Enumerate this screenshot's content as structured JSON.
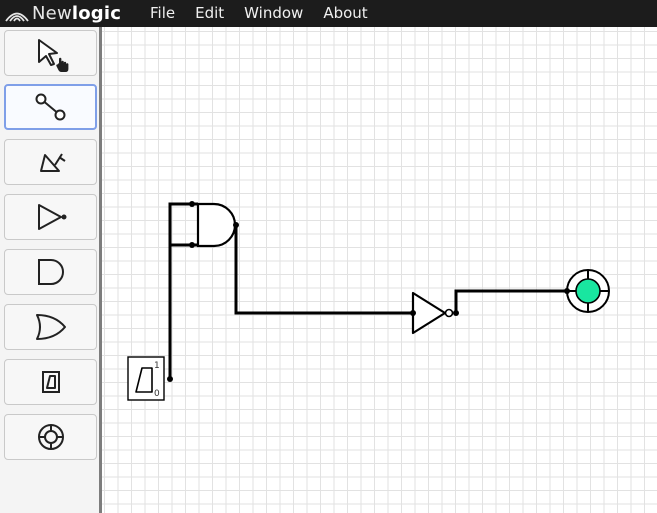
{
  "app": {
    "brand_part1": "New",
    "brand_part2": "logic"
  },
  "menu": {
    "items": [
      {
        "label": "File"
      },
      {
        "label": "Edit"
      },
      {
        "label": "Window"
      },
      {
        "label": "About"
      }
    ]
  },
  "toolbar": {
    "selected": "wire-tool",
    "tools": [
      {
        "name": "select-tool",
        "icon": "cursor-arrow-icon"
      },
      {
        "name": "wire-tool",
        "icon": "wire-connector-icon"
      },
      {
        "name": "transistor-tool",
        "icon": "transistor-icon"
      },
      {
        "name": "not-gate-tool",
        "icon": "not-gate-icon"
      },
      {
        "name": "and-gate-tool",
        "icon": "and-gate-icon"
      },
      {
        "name": "or-gate-tool",
        "icon": "or-gate-icon"
      },
      {
        "name": "switch-tool",
        "icon": "switch-icon"
      },
      {
        "name": "output-tool",
        "icon": "output-led-icon"
      }
    ]
  },
  "circuit": {
    "switch": {
      "label_on": "1",
      "label_off": "0"
    },
    "output": {
      "state": "on",
      "color": "#19e6a0"
    }
  },
  "colors": {
    "menubar": "#1c1c1c",
    "active_tool_border": "#7f9fe8",
    "led_on": "#19e6a0",
    "wire": "#000000"
  }
}
